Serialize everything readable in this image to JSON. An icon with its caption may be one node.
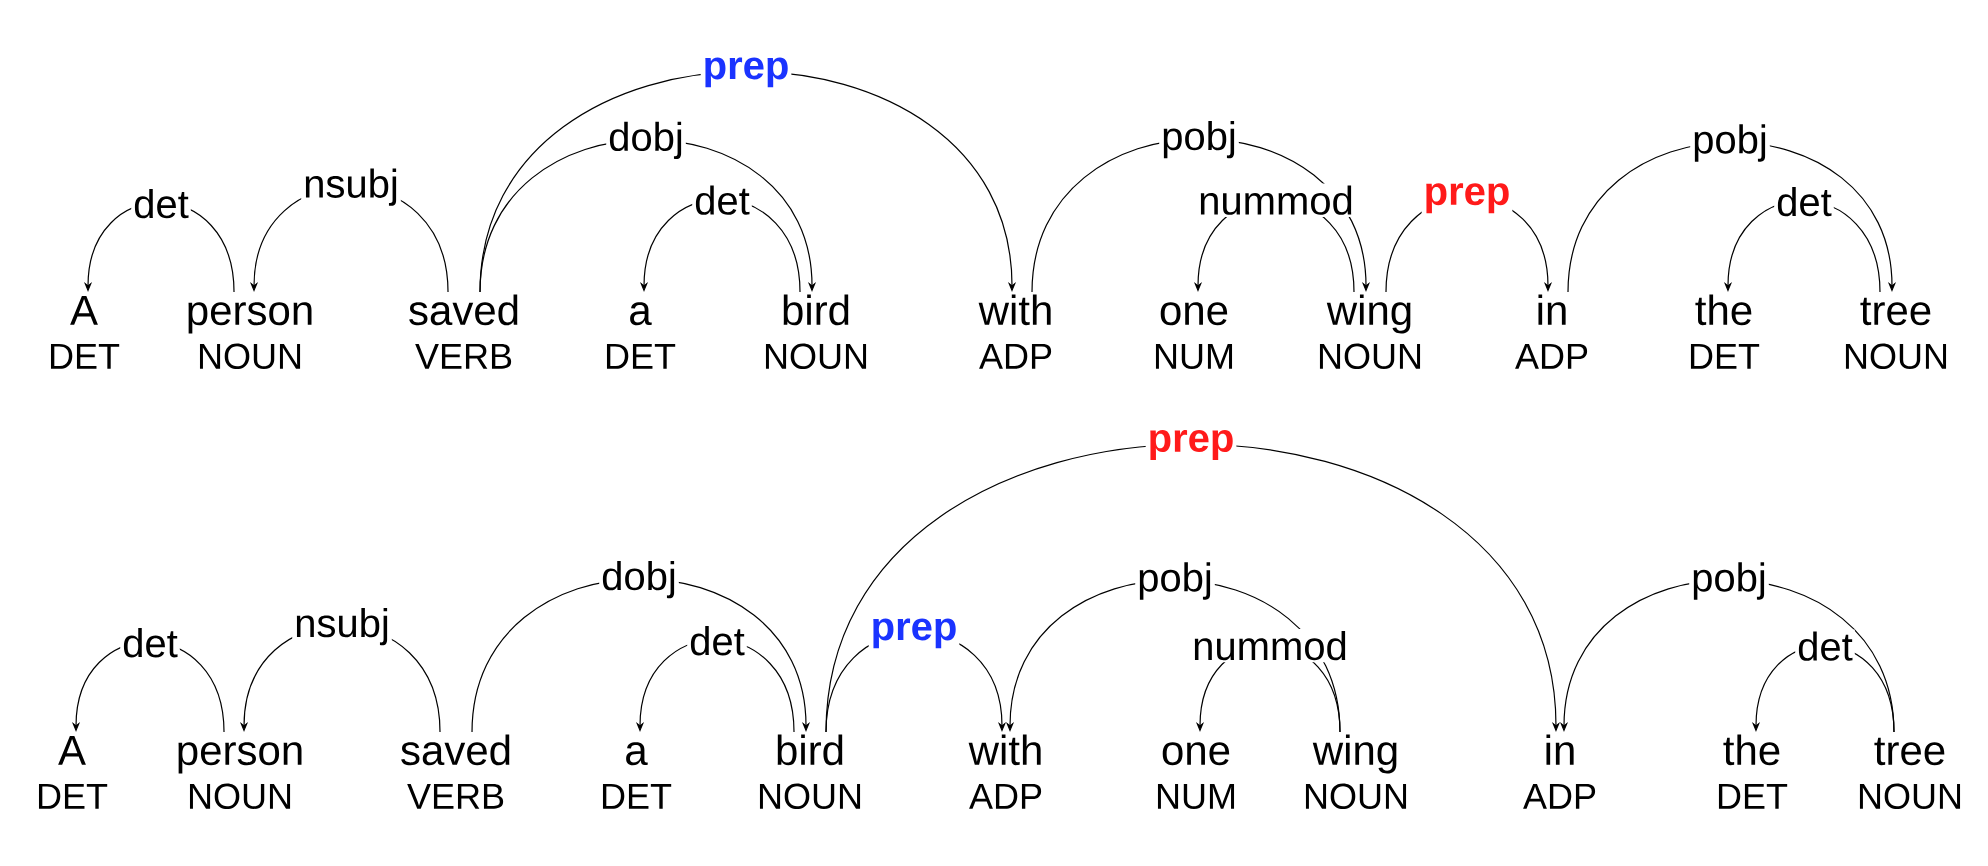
{
  "diagram": {
    "nodes": [
      {
        "text": [
          "A",
          "DET"
        ]
      },
      {
        "text": [
          "person",
          "NOUN"
        ]
      },
      {
        "text": [
          "saved",
          "VERB"
        ]
      },
      {
        "text": [
          "a",
          "DET"
        ]
      },
      {
        "text": [
          "bird",
          "NOUN"
        ]
      },
      {
        "text": [
          "with",
          "ADP"
        ]
      },
      {
        "text": [
          "one",
          "NUM"
        ]
      },
      {
        "text": [
          "wing",
          "NOUN"
        ]
      },
      {
        "text": [
          "in",
          "ADP"
        ]
      },
      {
        "text": [
          "the",
          "DET"
        ]
      },
      {
        "text": [
          "tree",
          "NOUN"
        ]
      },
      {
        "text": [
          "A",
          "DET"
        ]
      },
      {
        "text": [
          "person",
          "NOUN"
        ]
      },
      {
        "text": [
          "saved",
          "VERB"
        ]
      },
      {
        "text": [
          "a",
          "DET"
        ]
      },
      {
        "text": [
          "bird",
          "NOUN"
        ]
      },
      {
        "text": [
          "with",
          "ADP"
        ]
      },
      {
        "text": [
          "one",
          "NUM"
        ]
      },
      {
        "text": [
          "wing",
          "NOUN"
        ]
      },
      {
        "text": [
          "in",
          "ADP"
        ]
      },
      {
        "text": [
          "the",
          "DET"
        ]
      },
      {
        "text": [
          "tree",
          "NOUN"
        ]
      }
    ],
    "edges": [
      {
        "from": 1,
        "to": 0,
        "arrow": "to",
        "label": "det"
      },
      {
        "from": 2,
        "to": 1,
        "arrow": "to",
        "label": "nsubj"
      },
      {
        "from": 2,
        "to": 4,
        "arrow": "to",
        "label": "dobj"
      },
      {
        "from": 4,
        "to": 3,
        "arrow": "to",
        "label": "det"
      },
      {
        "from": 2,
        "to": 5,
        "arrow": "to",
        "label": "prep"
      },
      {
        "from": 5,
        "to": 7,
        "arrow": "to",
        "label": "pobj"
      },
      {
        "from": 7,
        "to": 6,
        "arrow": "to",
        "label": "nummod"
      },
      {
        "from": 7,
        "to": 8,
        "arrow": "to",
        "label": "prep"
      },
      {
        "from": 8,
        "to": 10,
        "arrow": "to",
        "label": "pobj"
      },
      {
        "from": 10,
        "to": 9,
        "arrow": "to",
        "label": "det"
      },
      {
        "from": 12,
        "to": 11,
        "arrow": "to",
        "label": "det"
      },
      {
        "from": 13,
        "to": 12,
        "arrow": "to",
        "label": "nsubj"
      },
      {
        "from": 13,
        "to": 15,
        "arrow": "to",
        "label": "dobj"
      },
      {
        "from": 15,
        "to": 14,
        "arrow": "to",
        "label": "det"
      },
      {
        "from": 15,
        "to": 16,
        "arrow": "to",
        "label": "prep"
      },
      {
        "from": 15,
        "to": 19,
        "arrow": "to",
        "label": "prep"
      },
      {
        "from": 18,
        "to": 16,
        "arrow": "to",
        "label": "pobj"
      },
      {
        "from": 18,
        "to": 17,
        "arrow": "to",
        "label": "nummod"
      },
      {
        "from": 21,
        "to": 19,
        "arrow": "to",
        "label": "pobj"
      },
      {
        "from": 21,
        "to": 20,
        "arrow": "to",
        "label": "det"
      }
    ]
  }
}
